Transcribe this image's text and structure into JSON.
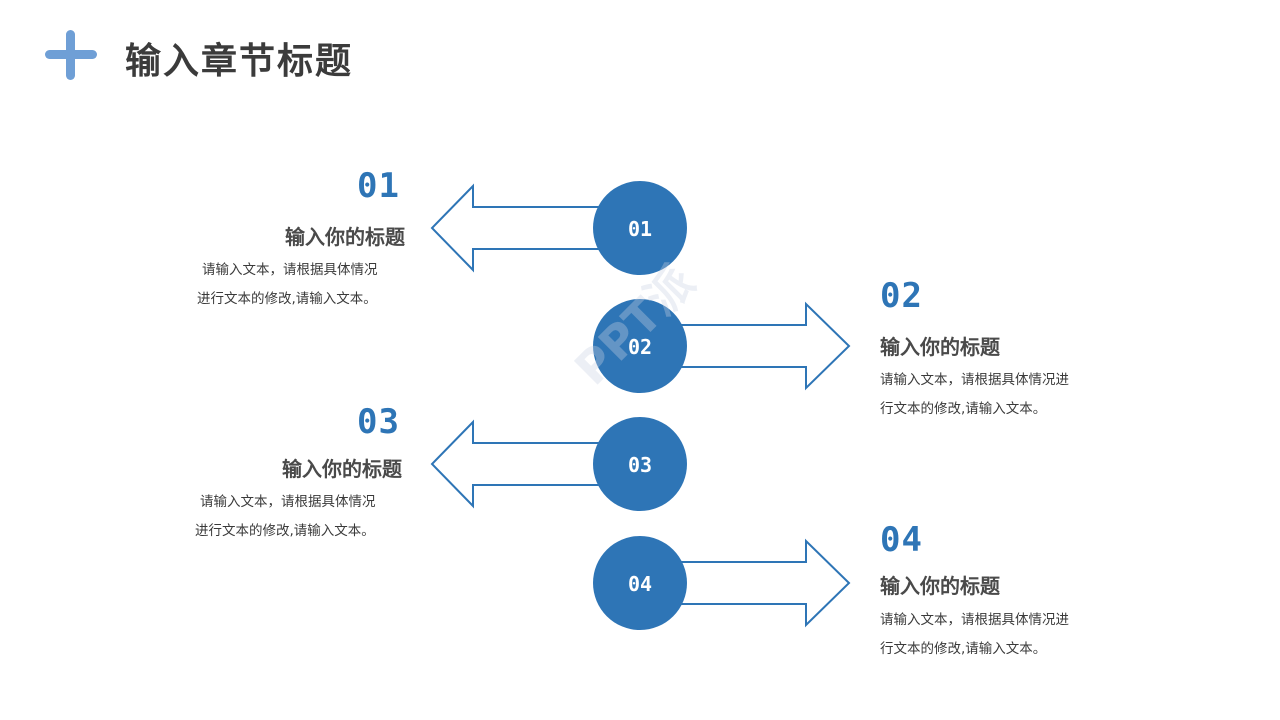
{
  "header": {
    "title": "输入章节标题"
  },
  "items": [
    {
      "badge": "01",
      "number": "01",
      "heading": "输入你的标题",
      "text_line1": "请输入文本，请根据具体情况",
      "text_line2": "进行文本的修改,请输入文本。"
    },
    {
      "badge": "02",
      "number": "02",
      "heading": "输入你的标题",
      "text_line1": "请输入文本，请根据具体情况进",
      "text_line2": "行文本的修改,请输入文本。"
    },
    {
      "badge": "03",
      "number": "03",
      "heading": "输入你的标题",
      "text_line1": "请输入文本，请根据具体情况",
      "text_line2": "进行文本的修改,请输入文本。"
    },
    {
      "badge": "04",
      "number": "04",
      "heading": "输入你的标题",
      "text_line1": "请输入文本，请根据具体情况进",
      "text_line2": "行文本的修改,请输入文本。"
    }
  ],
  "colors": {
    "accent": "#2e75b6",
    "plus": "#6f9fd6",
    "text": "#3b3b3b"
  },
  "watermark": "PPT派"
}
